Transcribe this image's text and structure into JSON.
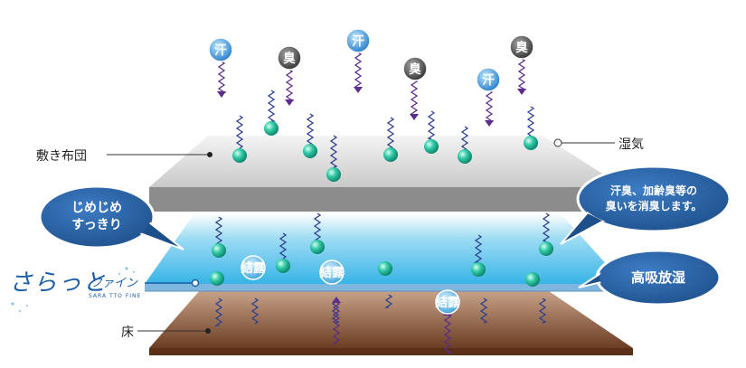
{
  "labels": {
    "futon": "敷き布団",
    "moisture": "湿気",
    "floor": "床",
    "logo_main": "さらっと",
    "logo_sub": "ファイン",
    "logo_en": "SARA TTO FINE"
  },
  "callouts": {
    "left_line1": "じめじめ",
    "left_line2": "すっきり",
    "right_top_line1": "汗臭、加齢臭等の",
    "right_top_line2": "臭いを消臭します。",
    "right_bottom": "高吸放湿"
  },
  "badges": {
    "sweat": "汗",
    "odor": "臭",
    "condensation": "結露"
  },
  "colors": {
    "sweat_badge": "#2f8fd8",
    "odor_badge": "#4a4a4a",
    "molecule": "#16a58a",
    "arrow": "#5b2d8e",
    "callout": "#2b5f9e",
    "mat": "#58c6ec",
    "floor": "#7a4a2c"
  }
}
